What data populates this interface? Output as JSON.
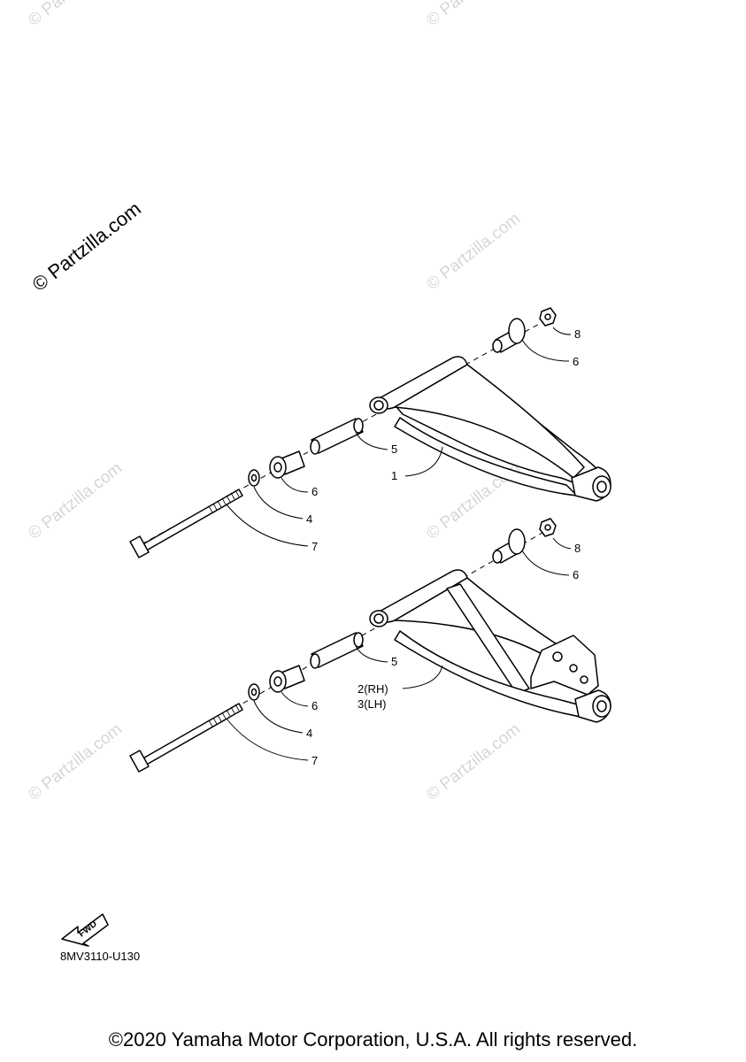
{
  "watermark_main": "© Partzilla.com",
  "watermark": "© Partzilla.com",
  "callouts": {
    "upper": {
      "c8": "8",
      "c6a": "6",
      "c5": "5",
      "c1": "1",
      "c6b": "6",
      "c4": "4",
      "c7": "7"
    },
    "lower": {
      "c8": "8",
      "c6a": "6",
      "c5": "5",
      "c2": "2(RH)",
      "c3": "3(LH)",
      "c6b": "6",
      "c4": "4",
      "c7": "7"
    }
  },
  "fwd_label": "FWD",
  "diagram_code": "8MV3110-U130",
  "copyright": "©2020 Yamaha Motor Corporation, U.S.A. All rights reserved."
}
